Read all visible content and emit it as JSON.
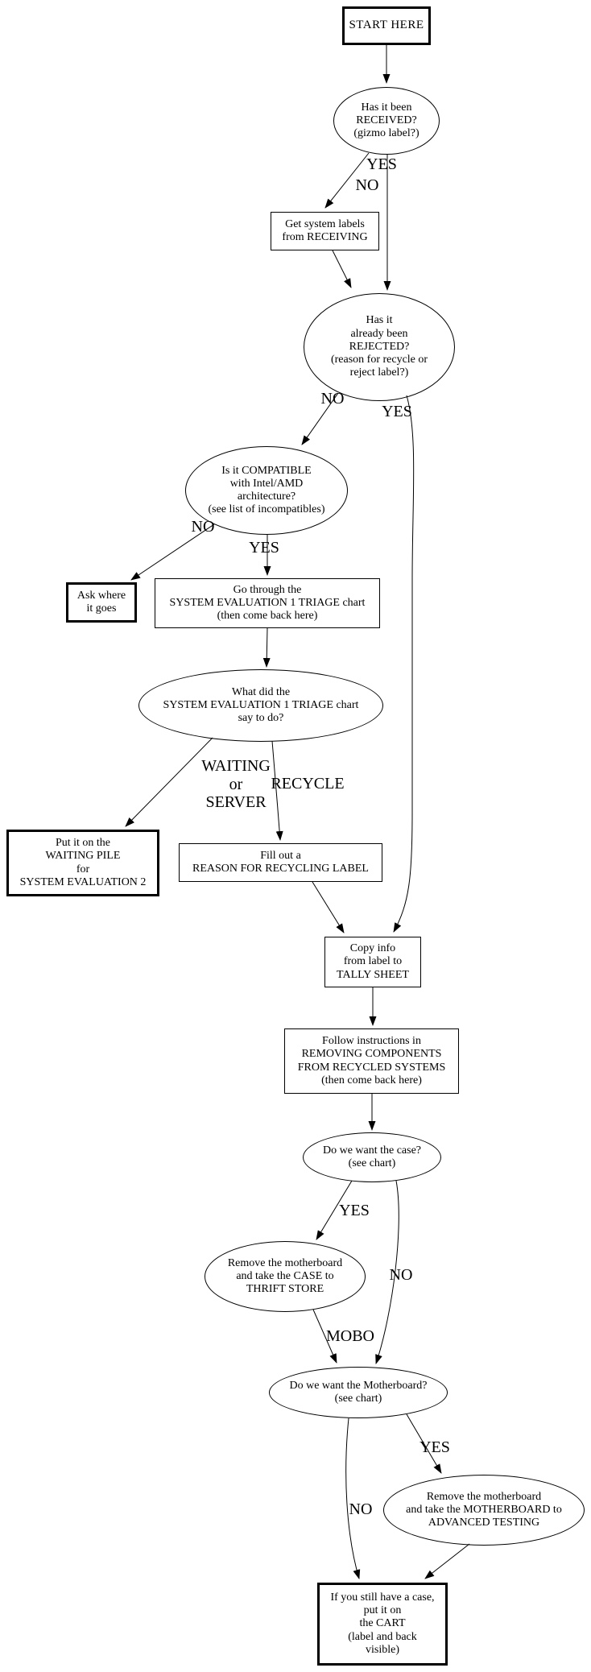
{
  "diagram": {
    "type": "flowchart",
    "topic": "System recycling / triage decision flowchart",
    "nodes": {
      "start": "START HERE",
      "received": "Has it been\nRECEIVED?\n(gizmo label?)",
      "get_labels": "Get system labels\nfrom RECEIVING",
      "rejected": "Has it\nalready been\nREJECTED?\n(reason for recycle or\nreject label?)",
      "compatible": "Is it COMPATIBLE\nwith Intel/AMD\narchitecture?\n(see list of incompatibles)",
      "ask": "Ask where\nit goes",
      "go_through": "Go through the\nSYSTEM EVALUATION 1 TRIAGE chart\n(then come back here)",
      "what_did": "What did the\nSYSTEM EVALUATION 1 TRIAGE chart\nsay to do?",
      "waiting_pile": "Put it on the\nWAITING PILE\nfor\nSYSTEM EVALUATION 2",
      "fill_out": "Fill out a\nREASON FOR RECYCLING LABEL",
      "copy_info": "Copy info\nfrom label to\nTALLY SHEET",
      "follow": "Follow instructions in\nREMOVING COMPONENTS\nFROM RECYCLED SYSTEMS\n(then come back here)",
      "want_case": "Do we want the case?\n(see chart)",
      "thrift": "Remove the motherboard\nand take the CASE to\nTHRIFT STORE",
      "want_mobo": "Do we want the Motherboard?\n(see chart)",
      "advanced": "Remove the motherboard\nand take the MOTHERBOARD to\nADVANCED TESTING",
      "cart": "If you still have a case,\nput it on\nthe CART\n(label and back\nvisible)"
    },
    "edge_labels": {
      "received_yes": "YES",
      "received_no": "NO",
      "rejected_no": "NO",
      "rejected_yes": "YES",
      "compatible_no": "NO",
      "compatible_yes": "YES",
      "triage_waiting": "WAITING\nor\nSERVER",
      "triage_recycle": "RECYCLE",
      "case_yes": "YES",
      "case_no": "NO",
      "thrift_mobo": "MOBO",
      "mobo_yes": "YES",
      "mobo_no": "NO"
    },
    "colors": {
      "stroke": "#000000",
      "background": "#ffffff"
    }
  }
}
